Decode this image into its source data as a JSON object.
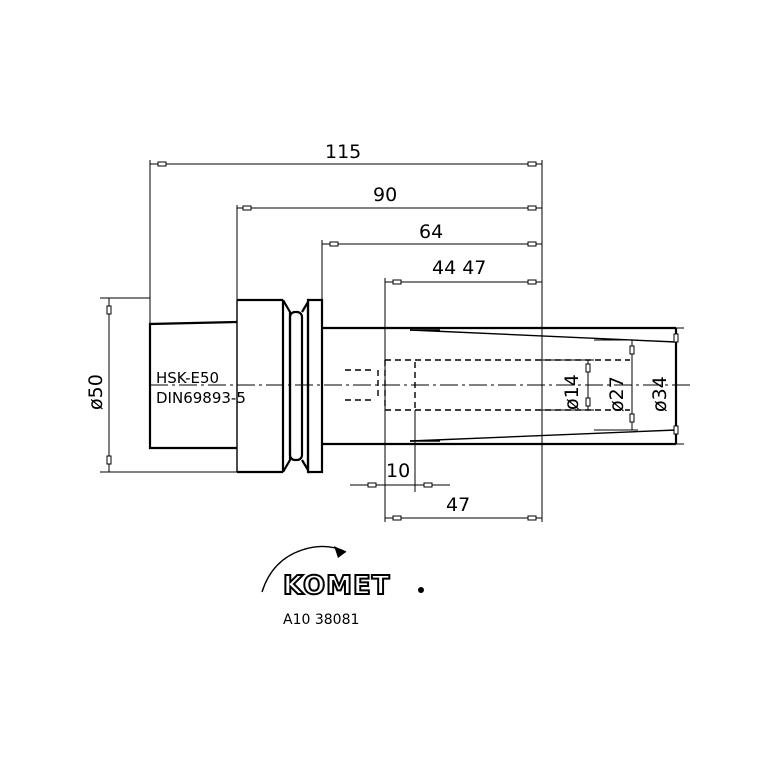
{
  "dimensions": {
    "overall_length": "115",
    "length_90": "90",
    "length_64": "64",
    "length_44_47": "44 47",
    "length_10": "10",
    "length_47": "47",
    "dia_50": "ø50",
    "dia_14": "ø14",
    "dia_27": "ø27",
    "dia_34": "ø34"
  },
  "labels": {
    "interface": "HSK-E50",
    "standard": "DIN69893-5"
  },
  "brand": {
    "logo_text": "KOMET"
  },
  "part_number": "A10 38081"
}
